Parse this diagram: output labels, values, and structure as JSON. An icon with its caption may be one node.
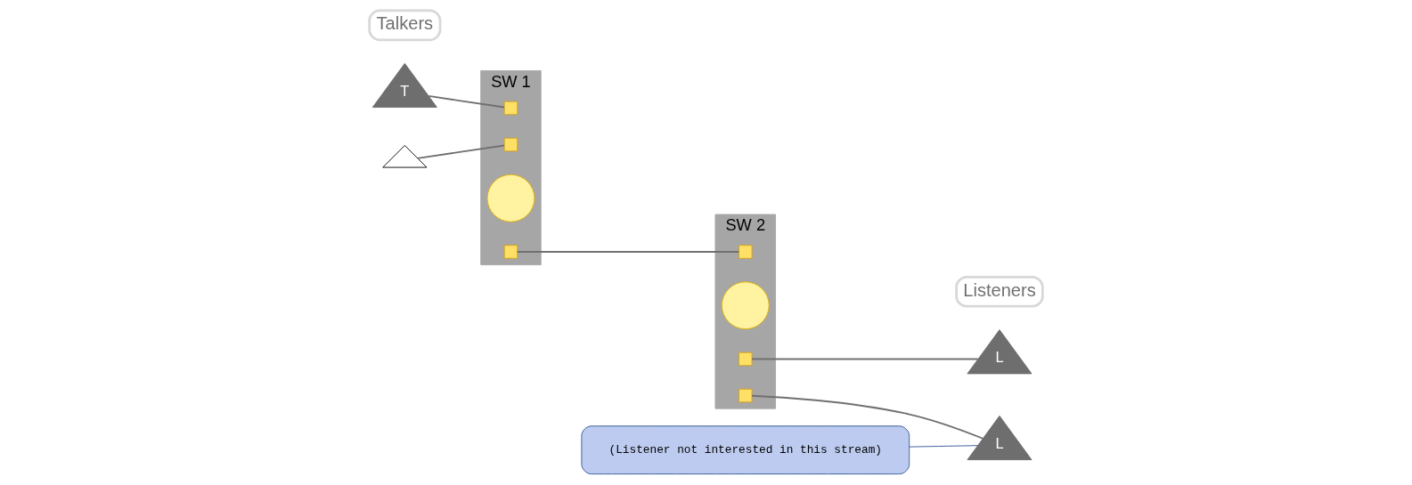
{
  "diagram": {
    "nodes": [
      {
        "text": [
          "T"
        ]
      },
      {
        "text": [],
        "shape": "triangle"
      },
      {
        "text": [
          "SW 1"
        ]
      },
      {
        "text": [],
        "shape": "box",
        "in": 2
      },
      {
        "text": [],
        "shape": "box",
        "in": 2
      },
      {
        "text": [],
        "shape": "circle",
        "in": 2
      },
      {
        "text": [],
        "shape": "box",
        "in": 2
      },
      {
        "text": [
          "SW 2"
        ]
      },
      {
        "text": [],
        "shape": "box",
        "in": 7
      },
      {
        "text": [],
        "shape": "circle",
        "in": 7
      },
      {
        "text": [],
        "shape": "box",
        "in": 7
      },
      {
        "text": [],
        "shape": "box",
        "in": 7
      },
      {
        "text": [
          "L"
        ]
      },
      {
        "text": [
          "L"
        ]
      },
      {
        "text": [
          "Talkers"
        ]
      },
      {
        "text": [
          "Listeners"
        ]
      },
      {
        "text": [
          "(Listener not interested in this stream)"
        ]
      }
    ],
    "edges": [
      {
        "from": 0,
        "to": 3,
        "arrow": "none"
      },
      {
        "from": 1,
        "to": 4,
        "arrow": "none"
      },
      {
        "from": 6,
        "to": 8,
        "arrow": "none"
      },
      {
        "from": 10,
        "to": 12,
        "arrow": "none"
      },
      {
        "from": 11,
        "to": 13,
        "arrow": "none"
      },
      {
        "from": 16,
        "to": 13,
        "arrow": "none"
      }
    ]
  }
}
